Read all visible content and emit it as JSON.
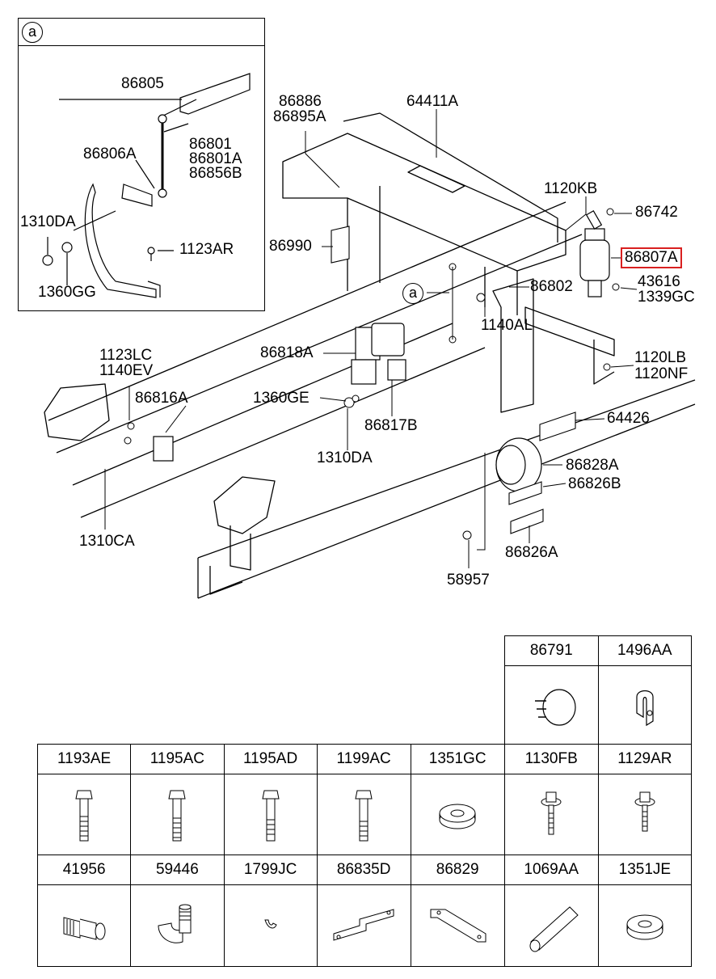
{
  "inset": {
    "marker": "a",
    "labels": [
      "86805",
      "86801",
      "86801A",
      "86856B",
      "86806A",
      "1310DA",
      "1123AR",
      "1360GG"
    ]
  },
  "main_labels": {
    "l86886": "86886",
    "l86895A": "86895A",
    "l64411A": "64411A",
    "l1120KB": "1120KB",
    "l86742": "86742",
    "l86807A": "86807A",
    "l43616": "43616",
    "l1339GC": "1339GC",
    "l86990": "86990",
    "l86802": "86802",
    "l1140AL": "1140AL",
    "l1120LB": "1120LB",
    "l1120NF": "1120NF",
    "l86818A": "86818A",
    "l1123LC": "1123LC",
    "l1140EV": "1140EV",
    "l86816A": "86816A",
    "l1360GE": "1360GE",
    "l86817B": "86817B",
    "l1310DA": "1310DA",
    "l64426": "64426",
    "l86828A": "86828A",
    "l86826B": "86826B",
    "l86826A": "86826A",
    "l58957": "58957",
    "l1310CA": "1310CA",
    "callout_a": "a"
  },
  "highlight_color": "#d92020",
  "parts_table": {
    "top_row": [
      "86791",
      "1496AA"
    ],
    "row1": [
      "1193AE",
      "1195AC",
      "1195AD",
      "1199AC",
      "1351GC",
      "1130FB",
      "1129AR"
    ],
    "row2": [
      "41956",
      "59446",
      "1799JC",
      "86835D",
      "86829",
      "1069AA",
      "1351JE"
    ]
  }
}
